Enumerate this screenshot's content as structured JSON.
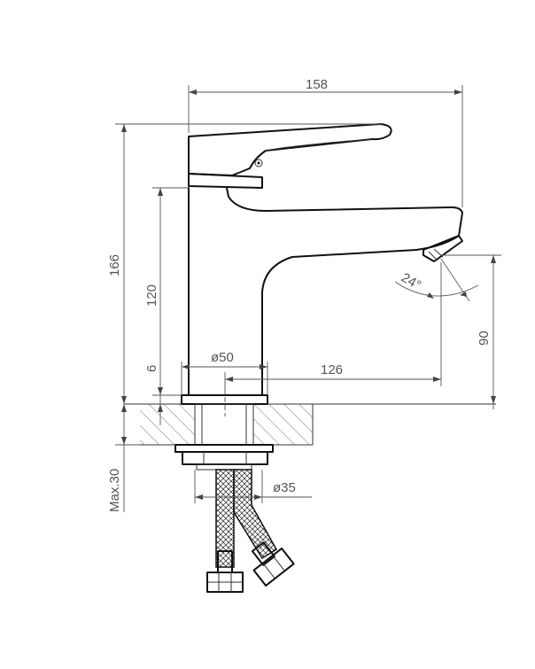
{
  "dimensions": {
    "overall_width": "158",
    "overall_height": "166",
    "body_height": "120",
    "base_height": "6",
    "base_diameter": "ø50",
    "reach": "126",
    "spout_height": "90",
    "spout_angle": "24°",
    "max_thickness": "Max.30",
    "hose_diameter": "ø35"
  }
}
